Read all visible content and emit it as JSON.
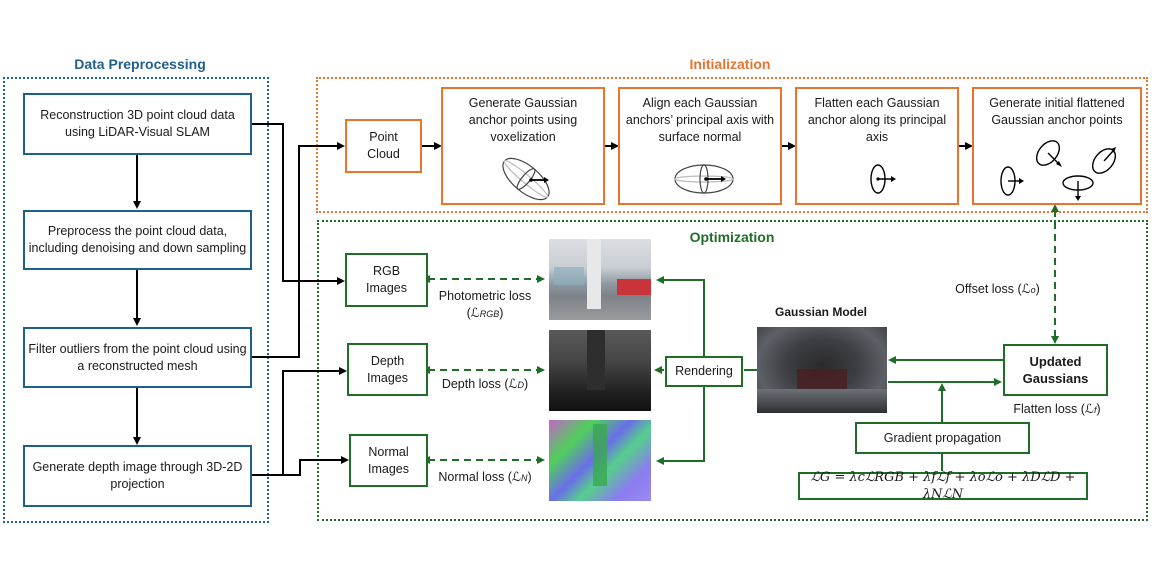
{
  "sections": {
    "preprocessing": {
      "title": "Data Preprocessing",
      "color": "#1f5f8b"
    },
    "initialization": {
      "title": "Initialization",
      "color": "#e8742f"
    },
    "optimization": {
      "title": "Optimization",
      "color": "#1e6e2a"
    }
  },
  "preprocessing_steps": [
    {
      "text": "Reconstruction 3D point cloud data using LiDAR-Visual SLAM"
    },
    {
      "text": "Preprocess the point cloud data, including denoising and down sampling"
    },
    {
      "text": "Filter outliers from the point cloud using a reconstructed mesh"
    },
    {
      "text": "Generate depth image through 3D-2D projection"
    }
  ],
  "initialization_steps": [
    {
      "text": "Point Cloud"
    },
    {
      "text": "Generate Gaussian anchor points using voxelization"
    },
    {
      "text": "Align each Gaussian anchors’ principal axis with surface normal"
    },
    {
      "text": "Flatten each Gaussian anchor  along its principal axis"
    },
    {
      "text": "Generate initial flattened Gaussian anchor points"
    }
  ],
  "optimization": {
    "inputs": [
      {
        "label": "RGB Images",
        "loss": "Photometric loss (ℒ",
        "loss_sub": "RGB",
        "image": "rgb-render-image"
      },
      {
        "label": "Depth Images",
        "loss": "Depth loss (ℒ",
        "loss_sub": "D",
        "image": "depth-render-image"
      },
      {
        "label": "Normal Images",
        "loss": "Normal loss (ℒ",
        "loss_sub": "N",
        "image": "normal-render-image"
      }
    ],
    "rendering": "Rendering",
    "gaussian_model": "Gaussian Model",
    "updated_gaussians": "Updated Gaussians",
    "offset_loss": "Offset loss (ℒ",
    "offset_loss_sub": "o",
    "flatten_loss": "Flatten loss (ℒ",
    "flatten_loss_sub": "f",
    "gradient_propagation": "Gradient propagation",
    "total_loss_equation": "ℒG = λcℒRGB + λfℒf + λoℒo + λDℒD + λNℒN"
  }
}
